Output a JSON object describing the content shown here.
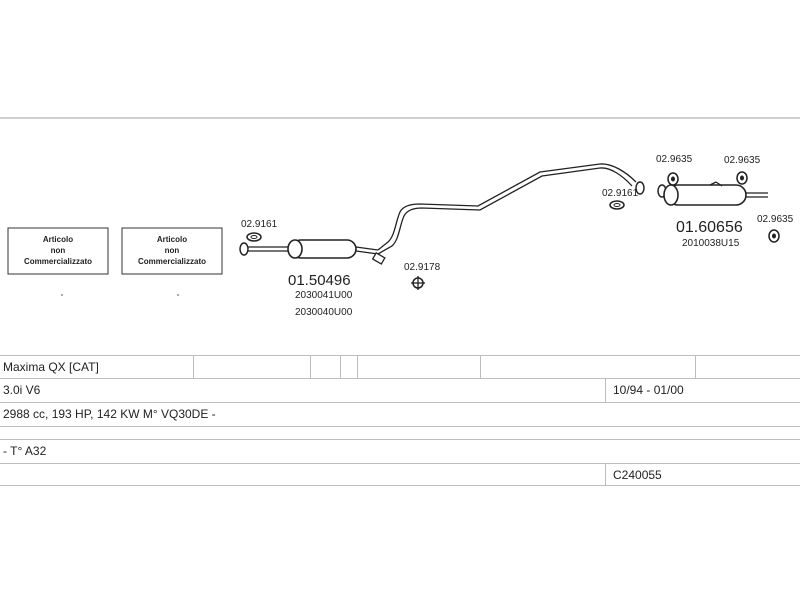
{
  "diagram": {
    "not_sold_boxes": [
      {
        "line1": "Articolo",
        "line2": "non",
        "line3": "Commercializzato"
      },
      {
        "line1": "Articolo",
        "line2": "non",
        "line3": "Commercializzato"
      }
    ],
    "parts": {
      "muffler_front_number": "01.50496",
      "muffler_front_oe1": "2030041U00",
      "muffler_front_oe2": "2030040U00",
      "muffler_rear_number": "01.60656",
      "muffler_rear_oe": "2010038U15",
      "gasket_front": "02.9161",
      "gasket_mid": "02.9161",
      "clamp_mid": "02.9178",
      "hanger_a": "02.9635",
      "hanger_b": "02.9635",
      "hanger_c": "02.9635"
    }
  },
  "vehicle": {
    "model": "Maxima QX  [CAT]",
    "engine": "3.0i V6",
    "years": "10/94 - 01/00",
    "specs": "2988 cc, 193 HP, 142 KW M° VQ30DE -",
    "type": "- T° A32",
    "code": "C240055"
  }
}
